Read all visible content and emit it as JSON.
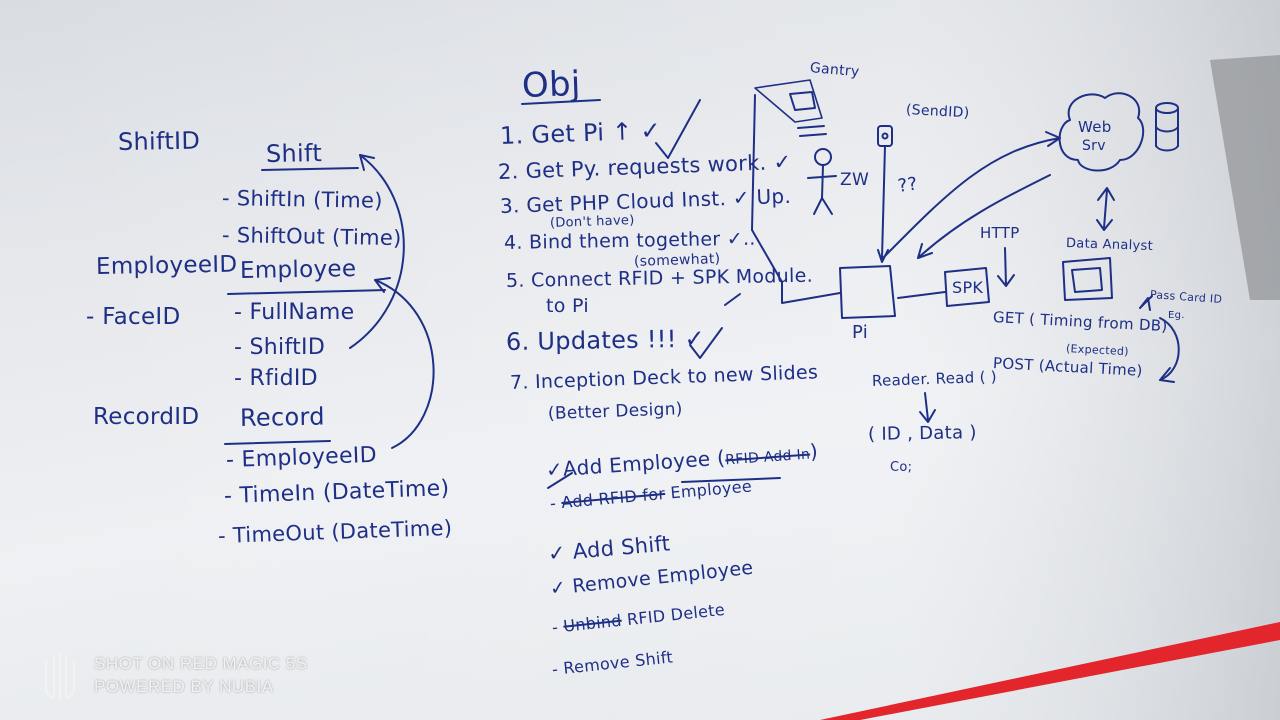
{
  "colors": {
    "marker": "#1e2f86",
    "board": "#eceef1",
    "tray": "#e2262c"
  },
  "left": {
    "shift_id": "ShiftID",
    "shift": "Shift",
    "shift_in": "- ShiftIn (Time)",
    "shift_out": "- ShiftOut (Time)",
    "employee_id": "EmployeeID",
    "employee": "Employee",
    "face_id": "- FaceID",
    "full_name": "- FullName",
    "emp_shift_id": "- ShiftID",
    "rfid_id": "- RfidID",
    "record_id": "RecordID",
    "record": "Record",
    "rec_employee_id": "- EmployeeID",
    "time_in": "- TimeIn (DateTime)",
    "time_out": "- TimeOut (DateTime)"
  },
  "middle": {
    "title": "Obj",
    "i1": "1. Get Pi ↑ ✓",
    "i2": "2. Get Py. requests work. ✓",
    "i3": "3. Get PHP Cloud Inst. ✓ Up.",
    "i3_note": "(Don't have)",
    "i4": "4. Bind them together ✓..",
    "i4_note": "(somewhat)",
    "i5a": "5. Connect RFID + SPK Module.",
    "i5b": "to Pi",
    "i6": "6. Updates !!! ✓",
    "i7a": "7. Inception Deck to new Slides",
    "i7b": "(Better Design)",
    "t1_mark": "✓",
    "t1": "Add Employee (",
    "t1_struck": "RFID Add In",
    "t1_end": ")",
    "t2_dash": "-",
    "t2_struck": "Add RFID for",
    "t2_end": "Employee",
    "t3": "✓ Add Shift",
    "t4": "✓ Remove Employee",
    "t5_dash": "-",
    "t5_struck": "Unbind",
    "t5_end": "RFID Delete",
    "t6": "- Remove Shift"
  },
  "right": {
    "gantry": "Gantry",
    "zw": "ZW",
    "sendid": "(SendID)",
    "qq": "??",
    "pi": "Pi",
    "spk": "SPK",
    "http": "HTTP",
    "web": "Web",
    "srv": "Srv",
    "data_analyst": "Data Analyst",
    "pass_card": "Pass Card ID",
    "eg": "Eg.",
    "get": "GET ( Timing from DB)",
    "expected": "(Expected)",
    "post": "POST (Actual Time)",
    "reader": "Reader. Read ( )",
    "id_data": "( ID , Data )",
    "co": "Co;"
  },
  "watermark": {
    "line1": "SHOT ON RED MAGIC 5S",
    "line2": "POWERED BY NUBIA"
  }
}
